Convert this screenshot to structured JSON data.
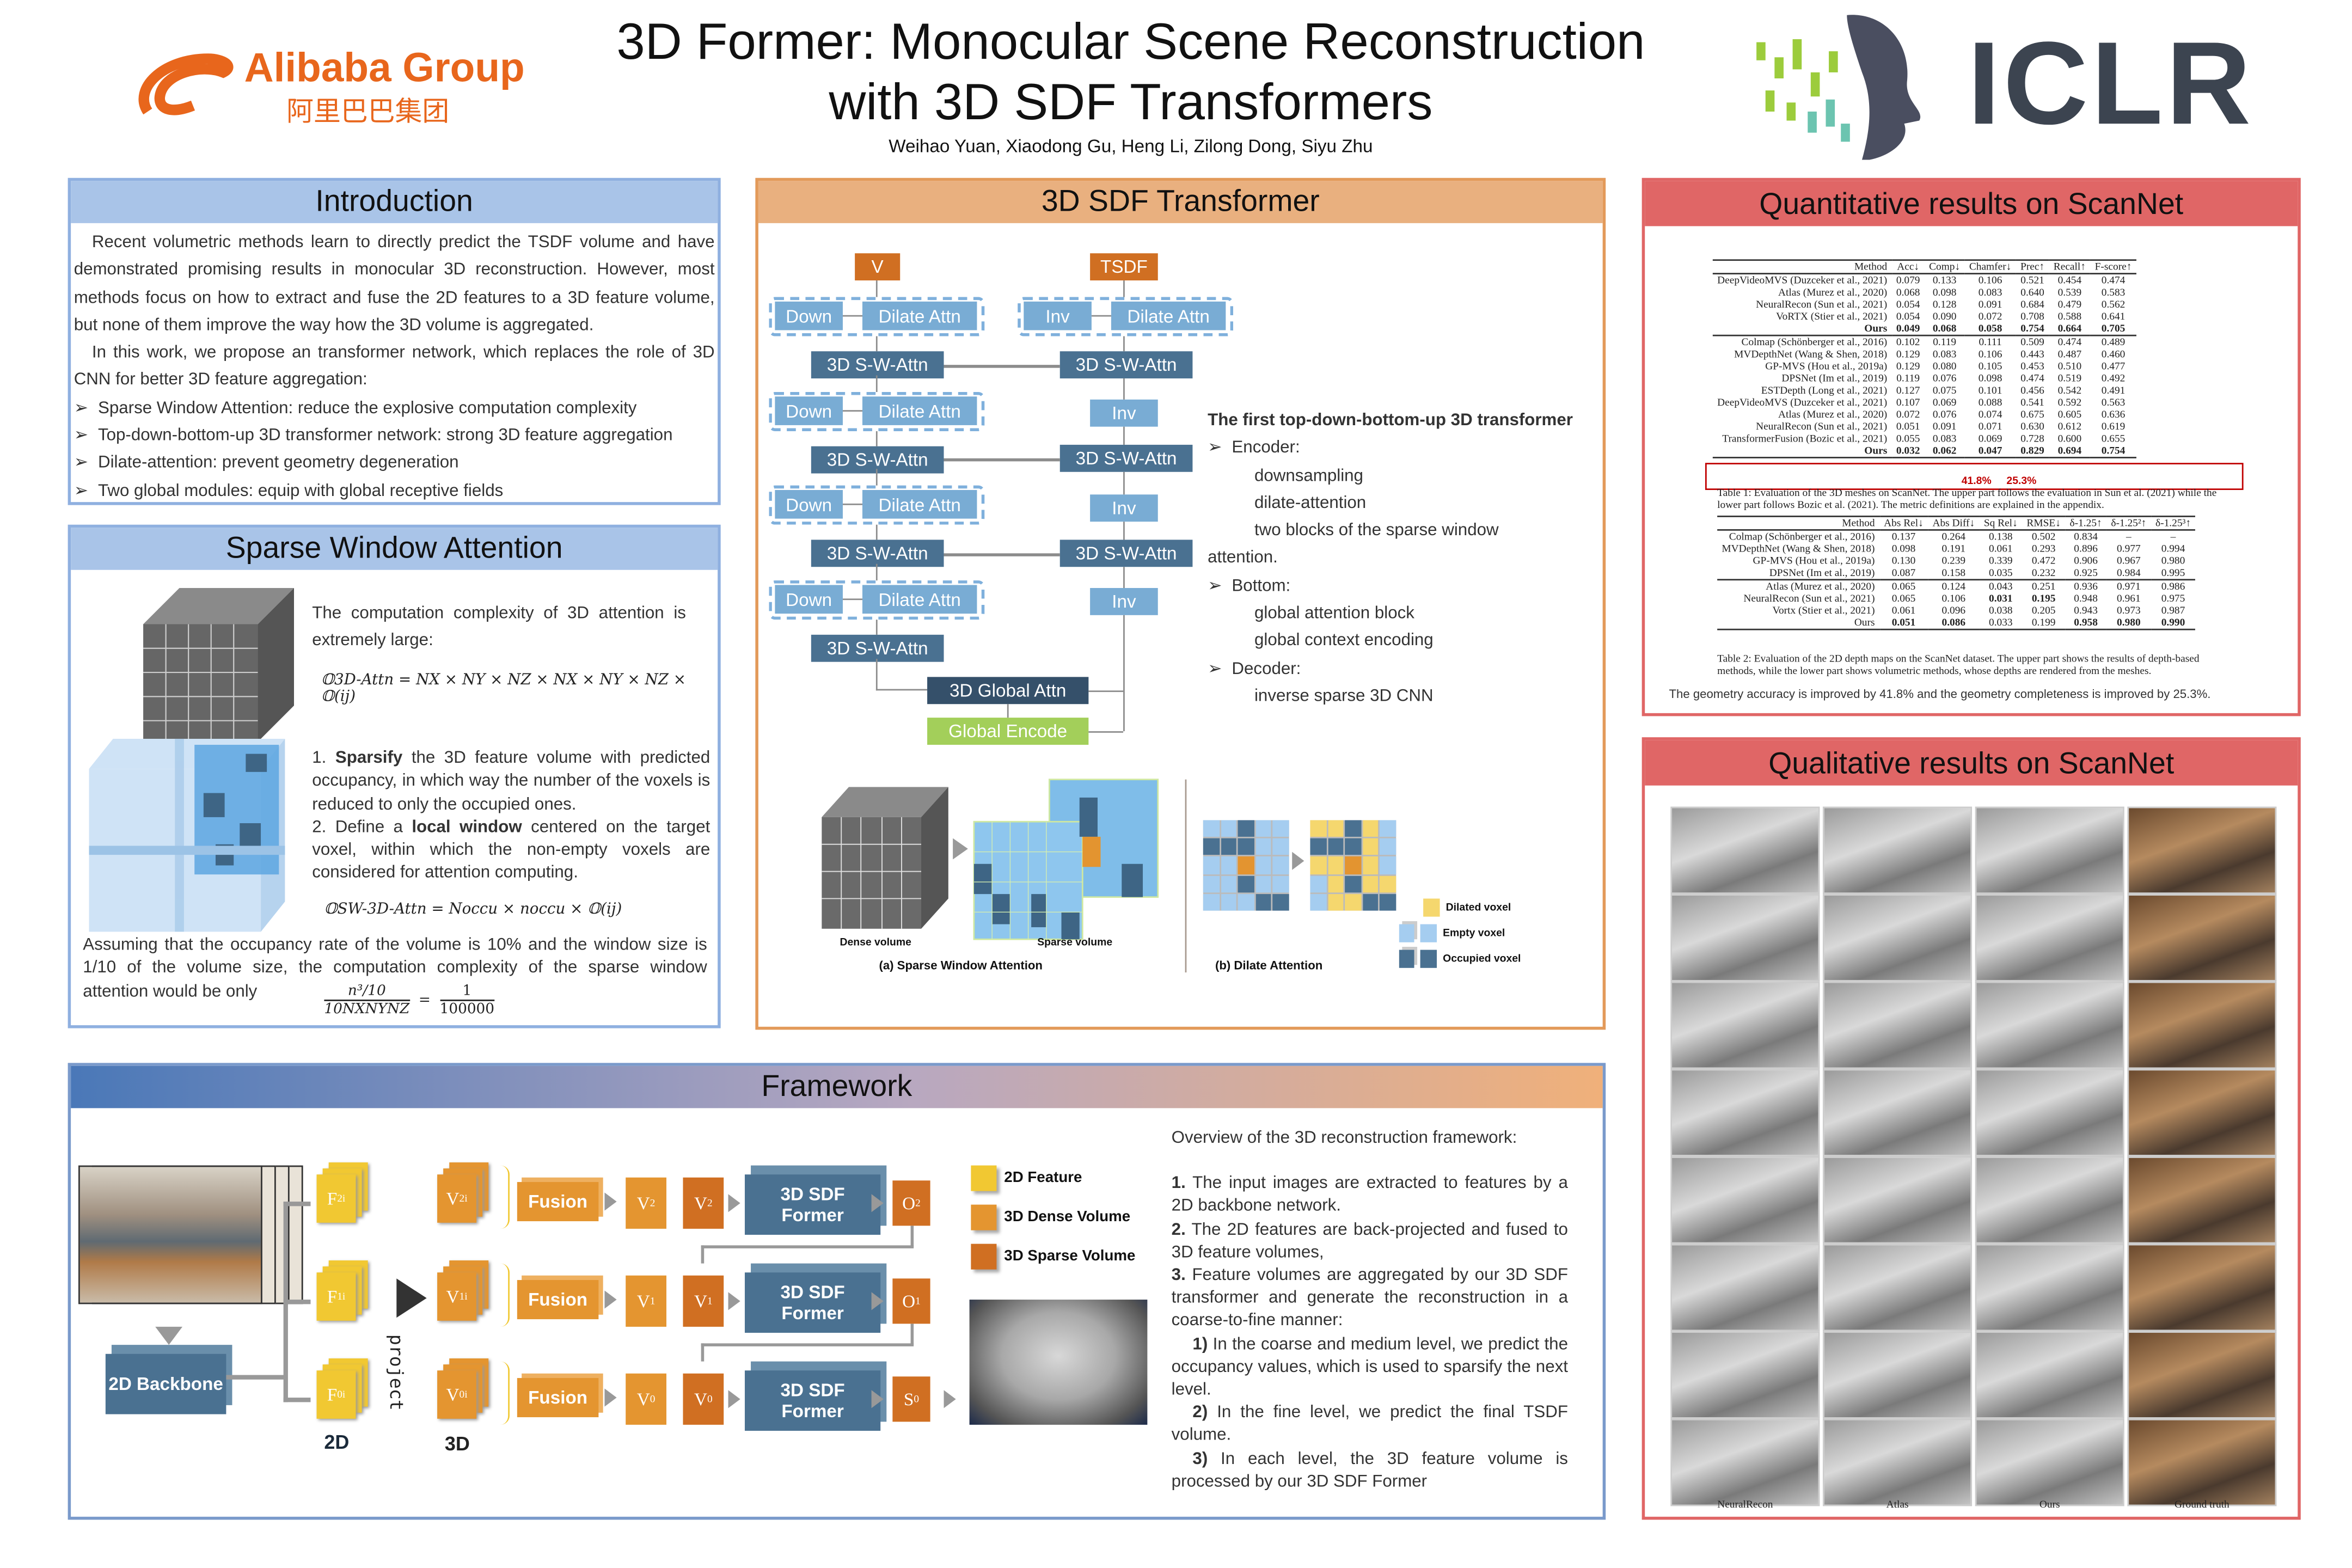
{
  "header": {
    "title_line1": "3D Former: Monocular Scene Reconstruction",
    "title_line2": "with 3D SDF Transformers",
    "authors": "Weihao Yuan, Xiaodong Gu, Heng Li, Zilong Dong, Siyu Zhu",
    "left_logo": {
      "text": "Alibaba Group",
      "subtext": "阿里巴巴集团",
      "color": "#e8661c"
    },
    "right_logo": {
      "text": "ICLR",
      "color": "#3c4450"
    }
  },
  "colors": {
    "intro": "#a9c4e8",
    "transformer": "#e9b07f",
    "results": "#e06666",
    "framework_left": "#4a78b8",
    "framework_right": "#f0b07a"
  },
  "intro": {
    "title": "Introduction",
    "p1": "Recent volumetric methods learn to directly predict the TSDF volume and have demonstrated promising results in monocular 3D reconstruction. However, most methods focus on how to extract and fuse the 2D features to a 3D feature volume, but none of them improve the way how the 3D volume is aggregated.",
    "p2": "In this work, we propose an transformer network, which replaces the role of 3D CNN for better 3D feature aggregation:",
    "bullets": [
      "Sparse Window Attention: reduce the explosive computation complexity",
      "Top-down-bottom-up 3D transformer network: strong 3D feature aggregation",
      "Dilate-attention: prevent geometry degeneration",
      "Two global modules: equip with global receptive fields"
    ]
  },
  "swa": {
    "title": "Sparse Window Attention",
    "t1": "The computation complexity of 3D attention is extremely large:",
    "f1": "𝕆3D-Attn = NX × NY × NZ × NX × NY × NZ × 𝕆(ij)",
    "s1_num": "1.",
    "s1_bold": "Sparsify",
    "s1_rest": " the 3D feature volume with predicted occupancy, in which way the number of the voxels is reduced to only the occupied ones.",
    "s2_num": "2. Define a ",
    "s2_bold": "local window",
    "s2_rest": " centered on the target voxel, within which the non-empty voxels are considered for attention computing.",
    "f2": "𝕆SW-3D-Attn = Noccu × noccu × 𝕆(ij)",
    "t3": "Assuming that the occupancy rate of the volume is 10% and the window size is 1/10 of the volume size, the computation complexity of the sparse window attention would be only",
    "f3_num": "n³/10",
    "f3_den": "10NXNYNZ",
    "f3_eq": "=",
    "f3_rnum": "1",
    "f3_rden": "100000"
  },
  "transformer": {
    "title": "3D SDF Transformer",
    "input": "V",
    "output": "TSDF",
    "down": "Down",
    "dilate": "Dilate Attn",
    "swa": "3D S-W-Attn",
    "inv": "Inv",
    "global_attn": "3D Global Attn",
    "global_encode": "Global Encode",
    "desc_title": "The first top-down-bottom-up 3D transformer",
    "encoder": "Encoder:",
    "enc_items": [
      "downsampling",
      "dilate-attention",
      "two blocks of the sparse window"
    ],
    "enc_tail": "attention.",
    "bottom": "Bottom:",
    "bottom_items": [
      "global attention block",
      "global context encoding"
    ],
    "decoder": "Decoder:",
    "dec_items": [
      "inverse sparse 3D CNN"
    ],
    "dense_label": "Dense volume",
    "sparse_label": "Sparse volume",
    "cap_a": "(a) Sparse Window Attention",
    "cap_b": "(b) Dilate Attention",
    "legend": [
      "Dilated voxel",
      "Empty voxel",
      "Occupied voxel"
    ],
    "legend_colors": [
      "#f5d76e",
      "#a5cdf0",
      "#4a7191"
    ]
  },
  "quant": {
    "title": "Quantitative results on ScanNet",
    "table1": {
      "headers": [
        "Method",
        "Acc↓",
        "Comp↓",
        "Chamfer↓",
        "Prec↑",
        "Recall↑",
        "F-score↑"
      ],
      "upper": [
        [
          "DeepVideoMVS (Duzceker et al., 2021)",
          "0.079",
          "0.133",
          "0.106",
          "0.521",
          "0.454",
          "0.474"
        ],
        [
          "Atlas (Murez et al., 2020)",
          "0.068",
          "0.098",
          "0.083",
          "0.640",
          "0.539",
          "0.583"
        ],
        [
          "NeuralRecon (Sun et al., 2021)",
          "0.054",
          "0.128",
          "0.091",
          "0.684",
          "0.479",
          "0.562"
        ],
        [
          "VoRTX (Stier et al., 2021)",
          "0.054",
          "0.090",
          "0.072",
          "0.708",
          "0.588",
          "0.641"
        ],
        [
          "Ours",
          "0.049",
          "0.068",
          "0.058",
          "0.754",
          "0.664",
          "0.705"
        ]
      ],
      "lower": [
        [
          "Colmap (Schönberger et al., 2016)",
          "0.102",
          "0.119",
          "0.111",
          "0.509",
          "0.474",
          "0.489"
        ],
        [
          "MVDepthNet (Wang & Shen, 2018)",
          "0.129",
          "0.083",
          "0.106",
          "0.443",
          "0.487",
          "0.460"
        ],
        [
          "GP-MVS (Hou et al., 2019a)",
          "0.129",
          "0.080",
          "0.105",
          "0.453",
          "0.510",
          "0.477"
        ],
        [
          "DPSNet (Im et al., 2019)",
          "0.119",
          "0.076",
          "0.098",
          "0.474",
          "0.519",
          "0.492"
        ],
        [
          "ESTDepth (Long et al., 2021)",
          "0.127",
          "0.075",
          "0.101",
          "0.456",
          "0.542",
          "0.491"
        ],
        [
          "DeepVideoMVS (Duzceker et al., 2021)",
          "0.107",
          "0.069",
          "0.088",
          "0.541",
          "0.592",
          "0.563"
        ],
        [
          "Atlas (Murez et al., 2020)",
          "0.072",
          "0.076",
          "0.074",
          "0.675",
          "0.605",
          "0.636"
        ],
        [
          "NeuralRecon (Sun et al., 2021)",
          "0.051",
          "0.091",
          "0.071",
          "0.630",
          "0.612",
          "0.619"
        ],
        [
          "TransformerFusion (Bozic et al., 2021)",
          "0.055",
          "0.083",
          "0.069",
          "0.728",
          "0.600",
          "0.655"
        ],
        [
          "Ours",
          "0.032",
          "0.062",
          "0.047",
          "0.829",
          "0.694",
          "0.754"
        ]
      ],
      "improvements": [
        "41.8%",
        "25.3%"
      ],
      "caption": "Table 1: Evaluation of the 3D meshes on ScanNet. The upper part follows the evaluation in Sun et al. (2021) while the lower part follows Bozic et al. (2021). The metric definitions are explained in the appendix."
    },
    "table2": {
      "headers": [
        "Method",
        "Abs Rel↓",
        "Abs Diff↓",
        "Sq Rel↓",
        "RMSE↓",
        "δ-1.25↑",
        "δ-1.25²↑",
        "δ-1.25³↑"
      ],
      "upper": [
        [
          "Colmap (Schönberger et al., 2016)",
          "0.137",
          "0.264",
          "0.138",
          "0.502",
          "0.834",
          "–",
          "–"
        ],
        [
          "MVDepthNet (Wang & Shen, 2018)",
          "0.098",
          "0.191",
          "0.061",
          "0.293",
          "0.896",
          "0.977",
          "0.994"
        ],
        [
          "GP-MVS (Hou et al., 2019a)",
          "0.130",
          "0.239",
          "0.339",
          "0.472",
          "0.906",
          "0.967",
          "0.980"
        ],
        [
          "DPSNet (Im et al., 2019)",
          "0.087",
          "0.158",
          "0.035",
          "0.232",
          "0.925",
          "0.984",
          "0.995"
        ]
      ],
      "lower": [
        [
          "Atlas (Murez et al., 2020)",
          "0.065",
          "0.124",
          "0.043",
          "0.251",
          "0.936",
          "0.971",
          "0.986"
        ],
        [
          "NeuralRecon (Sun et al., 2021)",
          "0.065",
          "0.106",
          "0.031",
          "0.195",
          "0.948",
          "0.961",
          "0.975"
        ],
        [
          "Vortx (Stier et al., 2021)",
          "0.061",
          "0.096",
          "0.038",
          "0.205",
          "0.943",
          "0.973",
          "0.987"
        ],
        [
          "Ours",
          "0.051",
          "0.086",
          "0.033",
          "0.199",
          "0.958",
          "0.980",
          "0.990"
        ]
      ],
      "caption": "Table 2: Evaluation of the 2D depth maps on the ScanNet dataset. The upper part shows the results of depth-based methods, while the lower part shows volumetric methods, whose depths are rendered from the meshes."
    },
    "summary": "The geometry accuracy is improved by 41.8% and the geometry completeness is improved by 25.3%."
  },
  "qual": {
    "title": "Qualitative results on ScanNet",
    "columns": [
      "NeuralRecon",
      "Atlas",
      "Ours",
      "Ground truth"
    ],
    "rows": 8
  },
  "framework": {
    "title": "Framework",
    "backbone": "2D Backbone",
    "project": "project",
    "label_2d": "2D",
    "label_3d": "3D",
    "fusion": "Fusion",
    "former": "3D SDF Former",
    "levels": [
      {
        "f": "2",
        "v": "2",
        "out": "O",
        "out_sup": "2"
      },
      {
        "f": "1",
        "v": "1",
        "out": "O",
        "out_sup": "1"
      },
      {
        "f": "0",
        "v": "0",
        "out": "S",
        "out_sup": "0"
      }
    ],
    "legend": [
      "2D Feature",
      "3D Dense Volume",
      "3D Sparse Volume"
    ],
    "legend_colors": [
      "#f1c832",
      "#e49530",
      "#d06f22"
    ],
    "text_title": "Overview of the 3D reconstruction framework:",
    "steps": [
      {
        "n": "1.",
        "t": " The input images are extracted to features by a 2D backbone network."
      },
      {
        "n": "2.",
        "t": " The 2D features are back-projected and fused to 3D feature volumes,"
      },
      {
        "n": "3.",
        "t": " Feature volumes are aggregated by our 3D SDF transformer and generate the reconstruction in a coarse-to-fine manner:"
      }
    ],
    "substeps": [
      {
        "n": "1)",
        "t": " In the coarse and medium level, we predict the occupancy values, which is used to sparsify the next level."
      },
      {
        "n": "2)",
        "t": " In the fine level, we predict the final TSDF volume."
      },
      {
        "n": "3)",
        "t": " In each level, the 3D feature volume is processed by our 3D SDF Former"
      }
    ]
  }
}
